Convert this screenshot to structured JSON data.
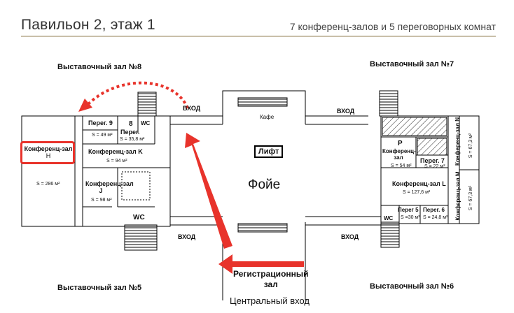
{
  "header": {
    "title": "Павильон 2, этаж 1",
    "subtitle": "7 конференц-залов и 5 переговорных комнат"
  },
  "halls": {
    "hall8": "Выставочный зал №8",
    "hall7": "Выставочный зал №7",
    "hall5": "Выставочный зал №5",
    "hall6": "Выставочный зал №6"
  },
  "entrances": {
    "top_left": "ВХОД",
    "top_right": "ВХОД",
    "bottom_left": "ВХОД",
    "bottom_right": "ВХОД",
    "central": "Центральный вход"
  },
  "center": {
    "foyer": "Фойе",
    "lift": "Лифт",
    "cafe": "Кафе",
    "registration_line1": "Регистрационный",
    "registration_line2": "зал"
  },
  "rooms": {
    "conf_h_line1": "Конференц-зал",
    "conf_h_line2": "H",
    "conf_h_area": "S = 286 м²",
    "neg9": "Перег. 9",
    "neg9_area": "S = 49 м²",
    "neg8_num": "8",
    "neg8_label": "Перег.",
    "neg8_area": "S = 35,8 м²",
    "wc1": "WC",
    "conf_k": "Конференц-зал K",
    "conf_k_area": "S = 94 м²",
    "conf_j_line1": "Конференц-зал",
    "conf_j_line2": "J",
    "conf_j_area": "S = 98 м²",
    "wc2": "WC",
    "conf_p_letter": "P",
    "conf_p_line1": "Конференц-",
    "conf_p_line2": "зал",
    "conf_p_area": "S = 54 м²",
    "neg7": "Перег. 7",
    "neg7_area": "S = 22 м²",
    "conf_l": "Конференц-зал L",
    "conf_l_area": "S = 127,6 м²",
    "neg5": "Перег 5",
    "neg5_area": "S =30 м²",
    "neg6": "Перег. 6",
    "neg6_area": "S = 24,8 м²",
    "wc3": "WC",
    "conf_n": "Конференц-зал N",
    "conf_n_area": "S = 67,3 м²",
    "conf_m": "Конференц-зал M",
    "conf_m_area": "S = 67,3 м²"
  },
  "colors": {
    "arrow": "#e8332b",
    "highlight": "#e8332b",
    "divider": "#c9bfa9"
  }
}
